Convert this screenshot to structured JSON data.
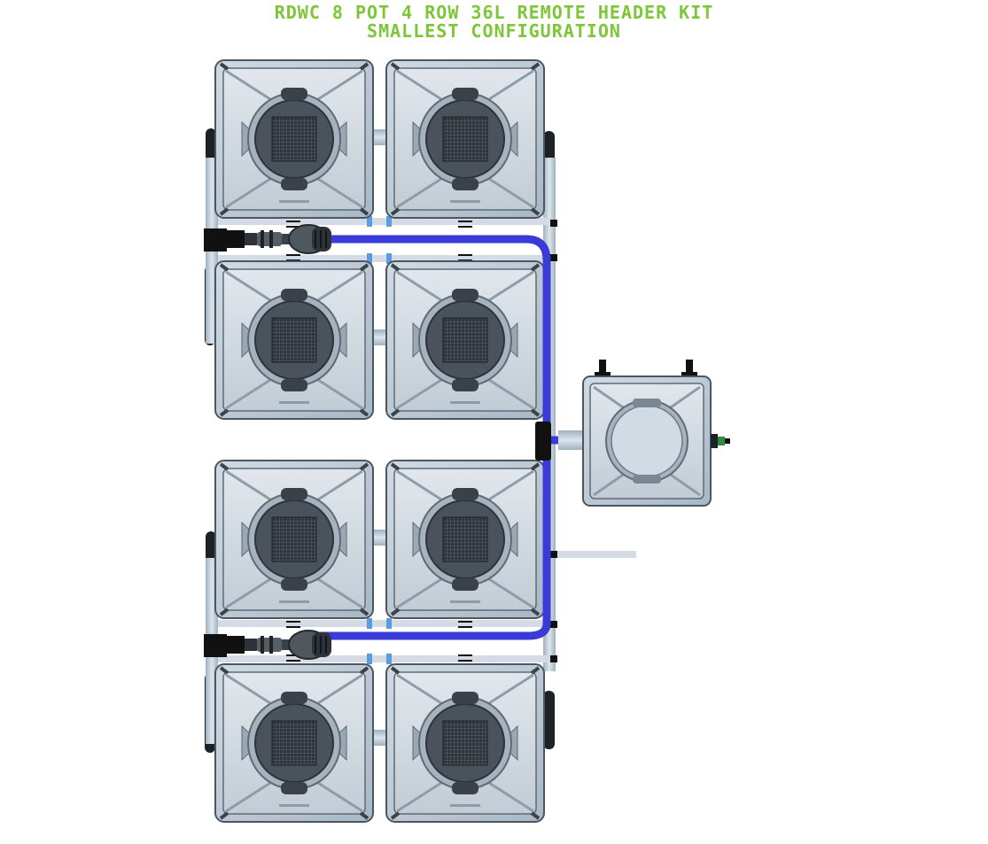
{
  "title": {
    "line1": "RDWC 8 POT 4 ROW 36L REMOTE HEADER KIT",
    "line2": "SMALLEST CONFIGURATION"
  },
  "layout": {
    "pot_count": 8,
    "row_count": 4,
    "pot_volume": "36L",
    "header": "remote"
  },
  "colors": {
    "title": "#7cc638",
    "pot_body": "#b9c7d3",
    "pot_outline": "#4c5660",
    "net_pot": "#3a4148",
    "water_line": "#3a3ad8",
    "pipe_pale": "#d4dbe4",
    "fitting_blue": "#5b9be0",
    "fitting_black": "#111111"
  }
}
